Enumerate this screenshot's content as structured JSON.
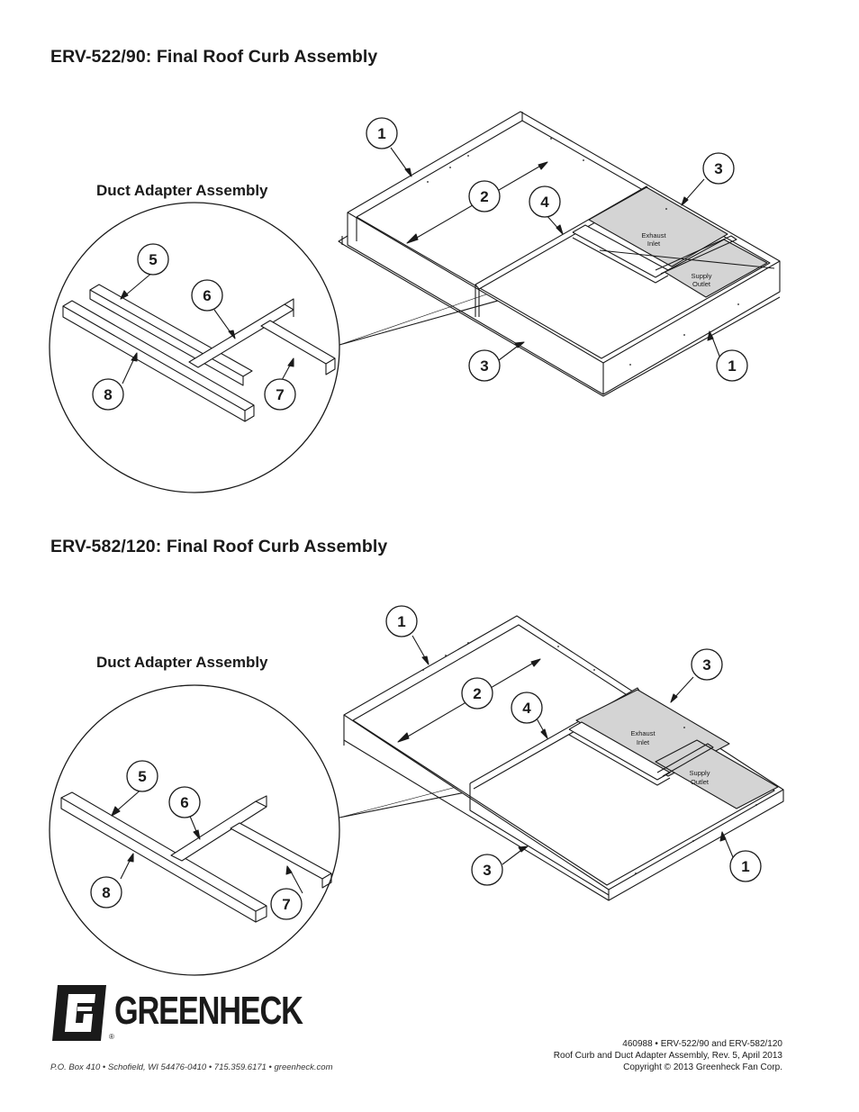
{
  "sections": [
    {
      "title": "ERV-522/90: Final Roof Curb Assembly",
      "subtitle": "Duct Adapter Assembly",
      "exhaust_label_1": "Exhaust",
      "exhaust_label_2": "Inlet",
      "supply_label_1": "Supply",
      "supply_label_2": "Outlet",
      "callouts": [
        "1",
        "2",
        "3",
        "4",
        "3",
        "1",
        "5",
        "6",
        "7",
        "8"
      ]
    },
    {
      "title": "ERV-582/120: Final Roof Curb Assembly",
      "subtitle": "Duct Adapter Assembly",
      "exhaust_label_1": "Exhaust",
      "exhaust_label_2": "Inlet",
      "supply_label_1": "Supply",
      "supply_label_2": "Outlet",
      "callouts": [
        "1",
        "2",
        "3",
        "4",
        "3",
        "1",
        "5",
        "6",
        "7",
        "8"
      ]
    }
  ],
  "footer": {
    "brand": "GREENHECK",
    "registered": "®",
    "address": "P.O. Box 410 • Schofield, WI 54476-0410 • 715.359.6171 • greenheck.com",
    "doc_line_1": "460988 •  ERV-522/90 and ERV-582/120",
    "doc_line_2": "Roof Curb and Duct Adapter Assembly, Rev. 5, April 2013",
    "doc_line_3": "Copyright © 2013 Greenheck Fan Corp."
  }
}
